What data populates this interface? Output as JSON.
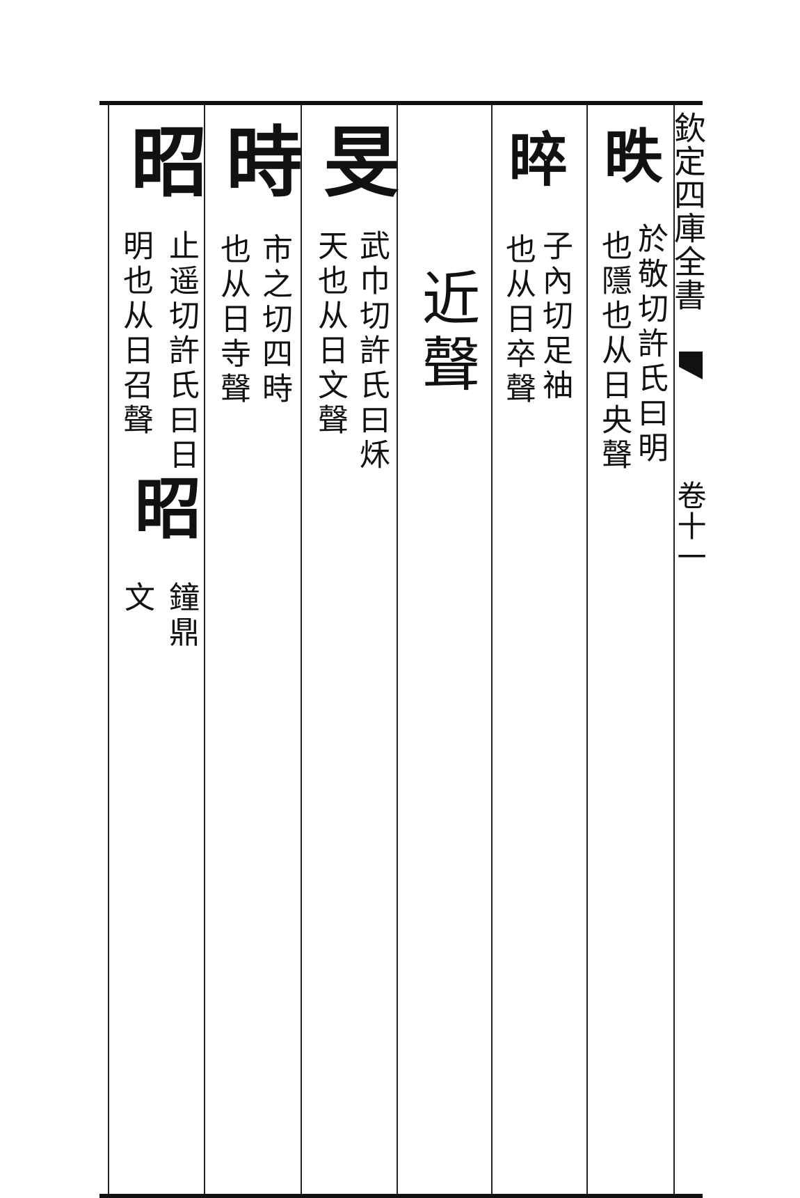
{
  "margin": {
    "book_title": "欽定四庫全書",
    "volume": "卷十一"
  },
  "entries": [
    {
      "seal": "昳",
      "gloss_right": "於敬切許氏曰明",
      "gloss_left": "也隱也从日央聲"
    },
    {
      "seal": "晬",
      "gloss_right": "子內切足䄂",
      "gloss_left": "也从日卒聲"
    },
    {
      "heading": "近聲"
    },
    {
      "seal": "旻",
      "gloss_right": "武巾切許氏曰秌",
      "gloss_left": "天也从日文聲"
    },
    {
      "seal": "時",
      "gloss_right": "市之切四時",
      "gloss_left": "也从日寺聲"
    },
    {
      "seal": "昭",
      "gloss_right": "止遥切許氏曰日",
      "gloss_left": "明也从日召聲",
      "variant_seal": "昭",
      "variant_right": "鐘鼎",
      "variant_left": "文"
    }
  ]
}
